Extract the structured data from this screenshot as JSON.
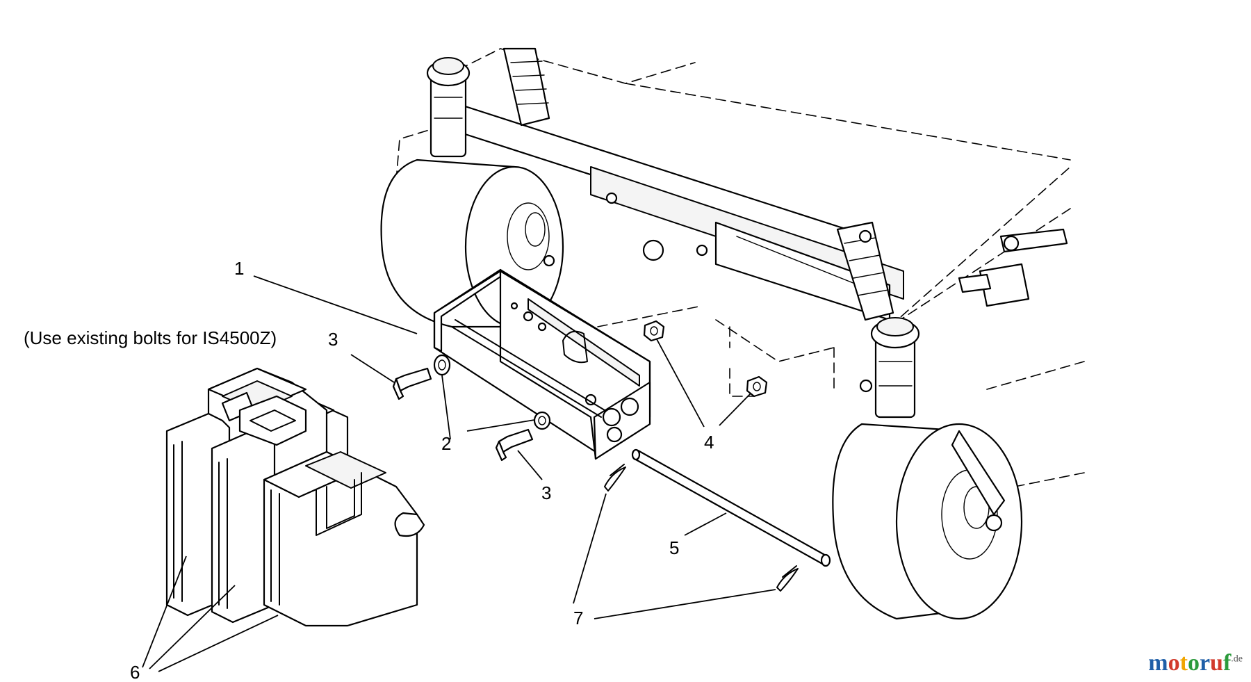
{
  "note": "(Use existing bolts for IS4500Z)",
  "callouts": {
    "c1": "1",
    "c2": "2",
    "c3a": "3",
    "c3b": "3",
    "c4": "4",
    "c5": "5",
    "c6": "6",
    "c7": "7"
  },
  "watermark": {
    "letters": [
      "m",
      "o",
      "t",
      "o",
      "r",
      "u",
      "f"
    ],
    "colors": [
      "#1f5fa8",
      "#d23a2c",
      "#f0a500",
      "#2c9a3c",
      "#1f5fa8",
      "#d23a2c",
      "#2c9a3c"
    ],
    "suffix": ".de"
  }
}
